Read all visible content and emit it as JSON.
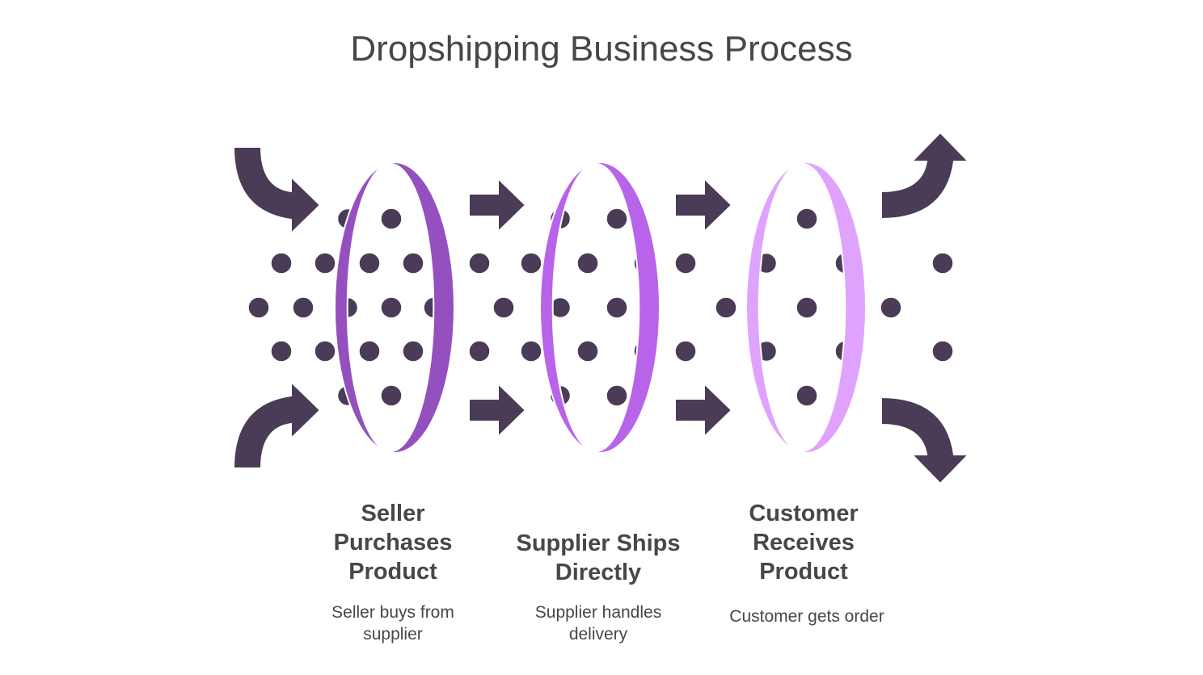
{
  "title": "Dropshipping Business Process",
  "colors": {
    "dark": "#4a3b57",
    "step1_ring": "#9550bf",
    "step2_ring": "#b864ea",
    "step3_ring": "#dfa3fd",
    "text": "#474747"
  },
  "steps": [
    {
      "heading_lines": [
        "Seller",
        "Purchases",
        "Product"
      ],
      "description_lines": [
        "Seller buys from",
        "supplier"
      ]
    },
    {
      "heading_lines": [
        "Supplier Ships",
        "Directly"
      ],
      "description_lines": [
        "Supplier handles",
        "delivery"
      ]
    },
    {
      "heading_lines": [
        "Customer",
        "Receives",
        "Product"
      ],
      "description_lines": [
        "Customer gets order"
      ]
    }
  ]
}
